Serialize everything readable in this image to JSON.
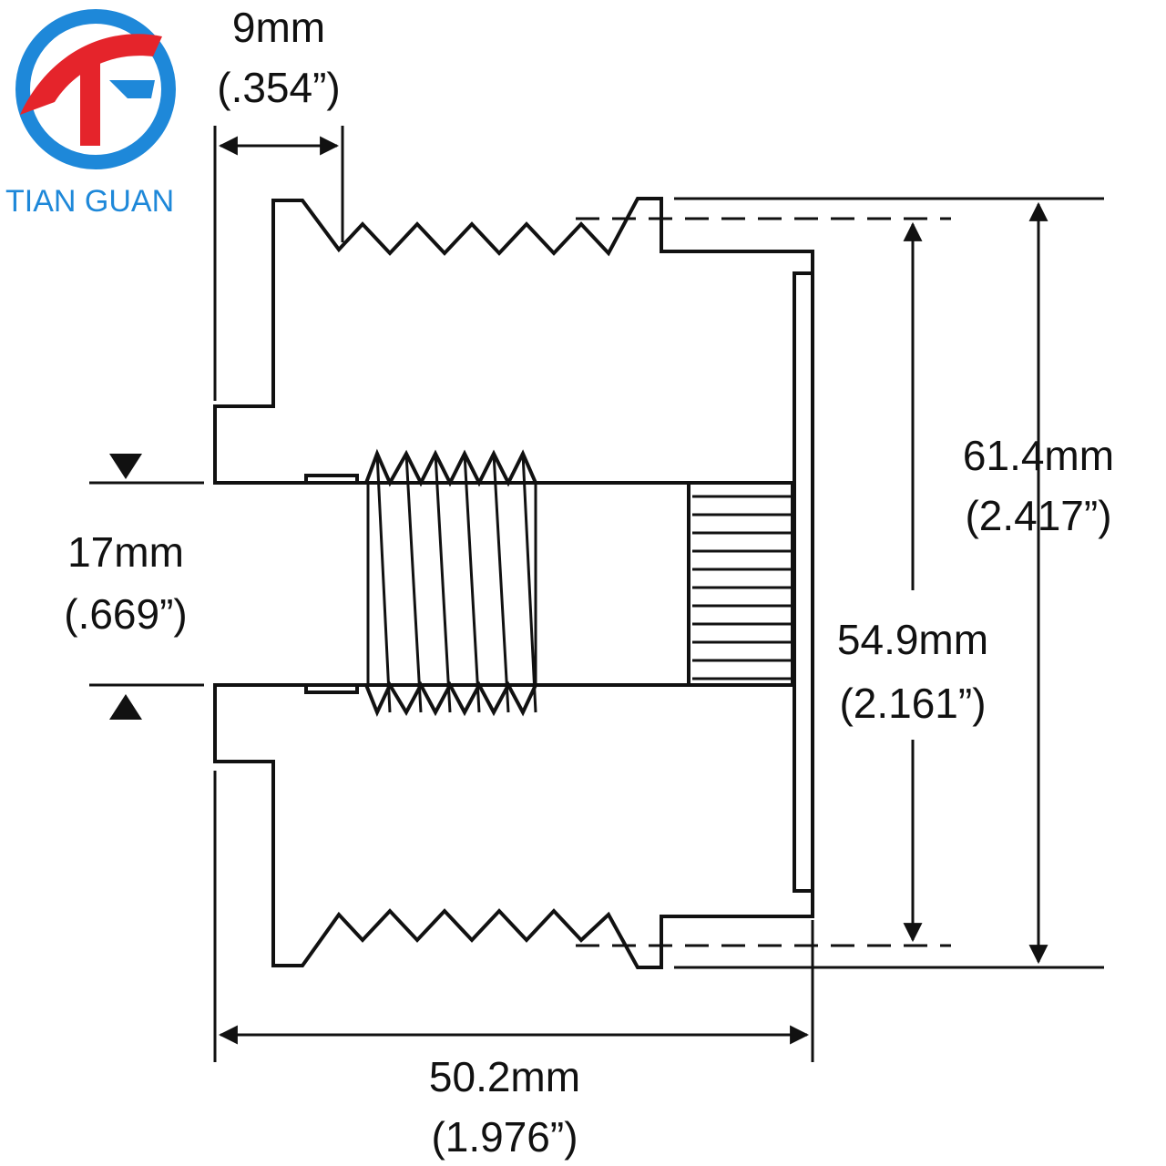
{
  "brand": {
    "name": "TIAN GUAN",
    "logo_letters": "TG",
    "colors": {
      "blue": "#1e88d9",
      "red": "#e5242b",
      "text_blue": "#1e88d9"
    }
  },
  "dimensions": {
    "groove_offset": {
      "metric": "9mm",
      "imperial": "(.354”)"
    },
    "bore": {
      "metric": "17mm",
      "imperial": "(.669”)"
    },
    "inner_diameter": {
      "metric": "54.9mm",
      "imperial": "(2.161”)"
    },
    "outer_diameter": {
      "metric": "61.4mm",
      "imperial": "(2.417”)"
    },
    "length": {
      "metric": "50.2mm",
      "imperial": "(1.976”)"
    }
  },
  "style": {
    "line_color": "#111111",
    "fill_color": "#e6e6e6",
    "hatch_color": "#bdbdbd"
  }
}
